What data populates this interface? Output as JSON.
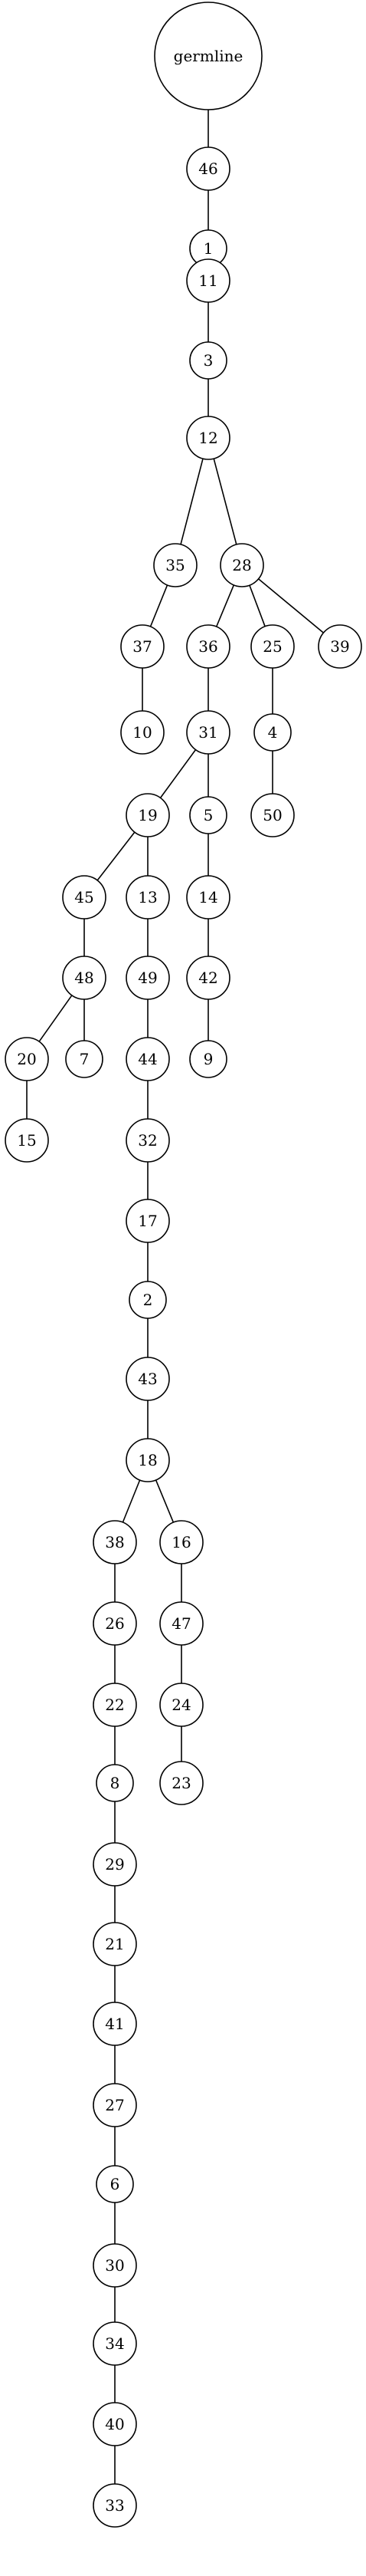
{
  "tree": {
    "root": "germline",
    "nodes": [
      "germline",
      "46",
      "1",
      "11",
      "3",
      "12",
      "35",
      "28",
      "37",
      "36",
      "25",
      "39",
      "10",
      "31",
      "4",
      "19",
      "5",
      "50",
      "45",
      "13",
      "14",
      "48",
      "49",
      "42",
      "20",
      "7",
      "44",
      "9",
      "15",
      "32",
      "17",
      "2",
      "43",
      "18",
      "38",
      "16",
      "26",
      "47",
      "22",
      "24",
      "8",
      "23",
      "29",
      "21",
      "41",
      "27",
      "6",
      "30",
      "34",
      "40",
      "33"
    ],
    "edges": [
      [
        "germline",
        "46"
      ],
      [
        "46",
        "1"
      ],
      [
        "1",
        "11"
      ],
      [
        "11",
        "3"
      ],
      [
        "3",
        "12"
      ],
      [
        "12",
        "35"
      ],
      [
        "12",
        "28"
      ],
      [
        "35",
        "37"
      ],
      [
        "37",
        "10"
      ],
      [
        "28",
        "36"
      ],
      [
        "28",
        "25"
      ],
      [
        "28",
        "39"
      ],
      [
        "36",
        "31"
      ],
      [
        "25",
        "4"
      ],
      [
        "4",
        "50"
      ],
      [
        "31",
        "19"
      ],
      [
        "31",
        "5"
      ],
      [
        "5",
        "14"
      ],
      [
        "14",
        "42"
      ],
      [
        "42",
        "9"
      ],
      [
        "19",
        "45"
      ],
      [
        "19",
        "13"
      ],
      [
        "45",
        "48"
      ],
      [
        "48",
        "20"
      ],
      [
        "48",
        "7"
      ],
      [
        "20",
        "15"
      ],
      [
        "13",
        "49"
      ],
      [
        "49",
        "44"
      ],
      [
        "44",
        "32"
      ],
      [
        "32",
        "17"
      ],
      [
        "17",
        "2"
      ],
      [
        "2",
        "43"
      ],
      [
        "43",
        "18"
      ],
      [
        "18",
        "38"
      ],
      [
        "18",
        "16"
      ],
      [
        "38",
        "26"
      ],
      [
        "26",
        "22"
      ],
      [
        "22",
        "8"
      ],
      [
        "8",
        "29"
      ],
      [
        "29",
        "21"
      ],
      [
        "21",
        "41"
      ],
      [
        "41",
        "27"
      ],
      [
        "27",
        "6"
      ],
      [
        "6",
        "30"
      ],
      [
        "30",
        "34"
      ],
      [
        "34",
        "40"
      ],
      [
        "40",
        "33"
      ],
      [
        "16",
        "47"
      ],
      [
        "47",
        "24"
      ],
      [
        "24",
        "23"
      ]
    ]
  },
  "colors": {
    "stroke": "#000000",
    "fill": "#ffffff",
    "text": "#000000"
  }
}
